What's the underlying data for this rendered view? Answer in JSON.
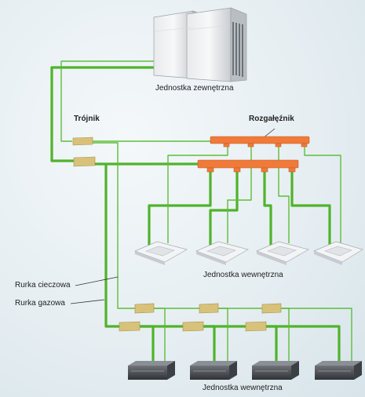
{
  "labels": {
    "outdoor_unit": "Jednostka zewnętrzna",
    "tee": "Trójnik",
    "branch_header": "Rozgałęźnik",
    "indoor_unit_cassette": "Jednostka wewnętrzna",
    "indoor_unit_duct": "Jednostka wewnętrzna",
    "liquid_pipe": "Rurka cieczowa",
    "gas_pipe": "Rurka gazowa"
  },
  "colors": {
    "gas_pipe": "#4fb32a",
    "liquid_pipe": "#5ebd3a",
    "branch_header": "#f07a3a",
    "tee": "#d8c27a",
    "background": "#e4edf1"
  },
  "diagram": {
    "outdoor_unit_modules": 2,
    "cassette_units": 4,
    "duct_units": 4,
    "tee_joints": 8,
    "branch_headers": 2
  }
}
